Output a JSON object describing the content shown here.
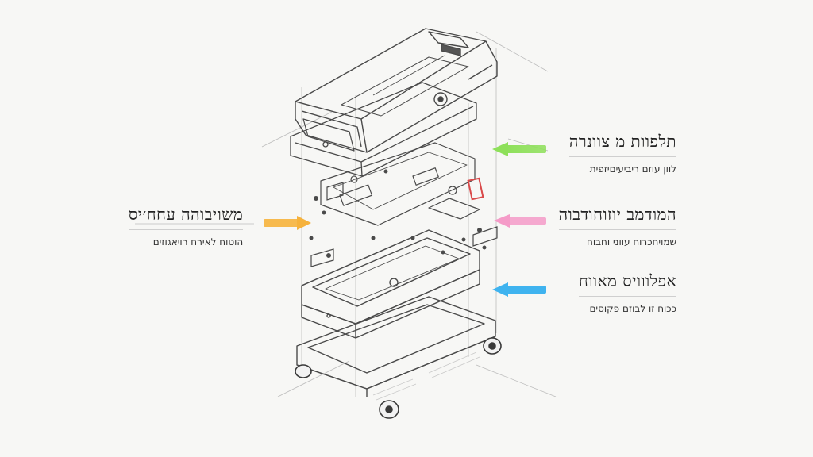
{
  "labels": {
    "top_right": {
      "title": "תלפוות מ צוונרה",
      "subtitle": "לוון עוזם ריביעיםיזפית"
    },
    "middle_right": {
      "title": "המודמב יוזוחודבוה",
      "subtitle": "שמויחכרוח עווני וחבוח"
    },
    "bottom_right": {
      "title": "אפלווויס מאווח",
      "subtitle": "ככוח זו לבוזם פקוסים"
    },
    "middle_left": {
      "title": "משויבוהה עחח׳יס",
      "subtitle": "הוטוח לאירח רויאגוזים"
    }
  },
  "colors": {
    "arrow_green": "#8ee05a",
    "arrow_pink": "#f59bc8",
    "arrow_blue": "#3fb3ef",
    "arrow_orange": "#f6b23c",
    "highlight_red": "#d94a4a",
    "sketch_line": "#4a4a4a"
  }
}
